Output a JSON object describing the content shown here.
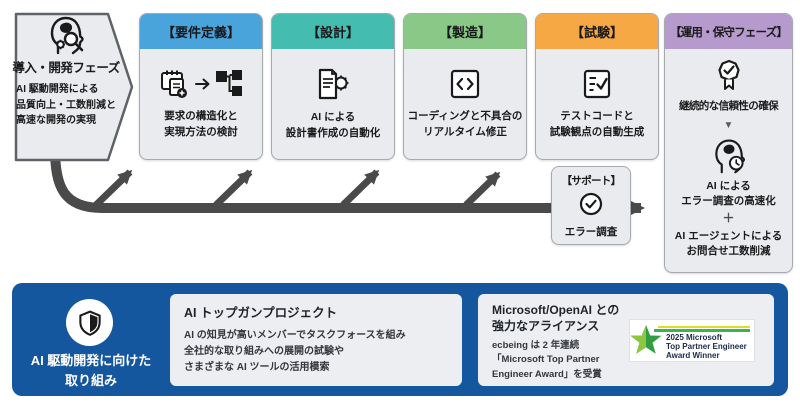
{
  "intro": {
    "title": "導入・開発フェーズ",
    "lines": [
      "AI 駆動開発による",
      "品質向上・工数削減と",
      "高速な開発の実現"
    ]
  },
  "phases": [
    {
      "label": "【要件定義】",
      "color": "#4aa4dc",
      "lines": [
        "要求の構造化と",
        "実現方法の検討"
      ]
    },
    {
      "label": "【設計】",
      "color": "#45bcb0",
      "lines": [
        "AI による",
        "設計書作成の自動化"
      ]
    },
    {
      "label": "【製造】",
      "color": "#8ac888",
      "lines": [
        "コーディングと不具合の",
        "リアルタイム修正"
      ]
    },
    {
      "label": "【試験】",
      "color": "#f5a843",
      "lines": [
        "テストコードと",
        "試験観点の自動生成"
      ]
    }
  ],
  "operation": {
    "label": "【運用・保守フェーズ】",
    "color": "#b69ace",
    "reliability_text": "継続的な信頼性の確保",
    "caret": "▼",
    "ai_lines": [
      "AI による",
      "エラー調査の高速化"
    ],
    "plus": "＋",
    "agent_lines": [
      "AI エージェントによる",
      "お問合せ工数削減"
    ]
  },
  "support": {
    "label": "【サポート】",
    "text": "エラー調査"
  },
  "footer": {
    "panel_color": "#15579e",
    "heading_lines": [
      "AI 駆動開発に向けた",
      "取り組み"
    ],
    "card1": {
      "title": "AI トップガンプロジェクト",
      "body_lines": [
        "AI の知見が高いメンバーでタスクフォースを組み",
        "全社的な取り組みへの展開の試験や",
        "さまざまな AI ツールの活用模索"
      ]
    },
    "card2": {
      "title_lines": [
        "Microsoft/OpenAI との",
        "強力なアライアンス"
      ],
      "body_lines": [
        "ecbeing は 2 年連続",
        "「Microsoft Top Partner",
        "Engineer Award」を受賞"
      ]
    },
    "badge_lines": [
      "2025 Microsoft",
      "Top Partner Engineer",
      "Award Winner"
    ]
  },
  "colors": {
    "flow_arrow": "#4a4a4a",
    "box_bg": "#e9ebef",
    "badge_star_green": "#3aa63c"
  }
}
